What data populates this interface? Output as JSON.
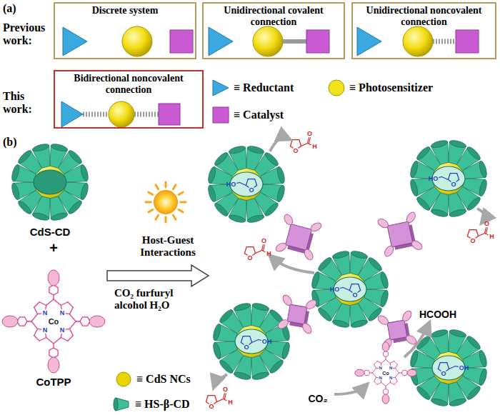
{
  "diagram": {
    "nodes": [
      {
        "text": [
          "Discrete system"
        ]
      },
      {
        "text": [
          "Unidirectional covalent connection"
        ]
      },
      {
        "text": [
          "Unidirectional noncovalent connection"
        ]
      },
      {
        "text": [
          "Bidirectional noncovalent connection"
        ]
      }
    ],
    "labels": [
      "(a)",
      "Previous work:",
      "This work:",
      "(b)",
      "CdS-CD",
      "+",
      "Co",
      "N",
      "N",
      "N",
      "N",
      "CoTPP",
      "Host-Guest Interactions",
      "CO₂ furfuryl alcohol H₂O",
      "HCOOH",
      "CO₂",
      "Co",
      "N",
      "N",
      "N",
      "N",
      "O",
      "HO",
      "O",
      "HO",
      "O",
      "HO",
      "O",
      "OH",
      "O",
      "OH",
      "O",
      "O",
      "H",
      "O",
      "O",
      "H",
      "O",
      "O",
      "H",
      "O",
      "O",
      "H"
    ],
    "legend": [
      {
        "text": "≡ Reductant",
        "color": "#3aa9e0"
      },
      {
        "text": "≡ Photosensitizer",
        "color": "#f2e21c"
      },
      {
        "text": "≡ Catalyst",
        "color": "#c95ad3"
      },
      {
        "text": "≡ CdS NCs",
        "color": "#e8d400"
      },
      {
        "text": "≡ HS-β-CD",
        "color": "#3dbf98"
      }
    ]
  }
}
